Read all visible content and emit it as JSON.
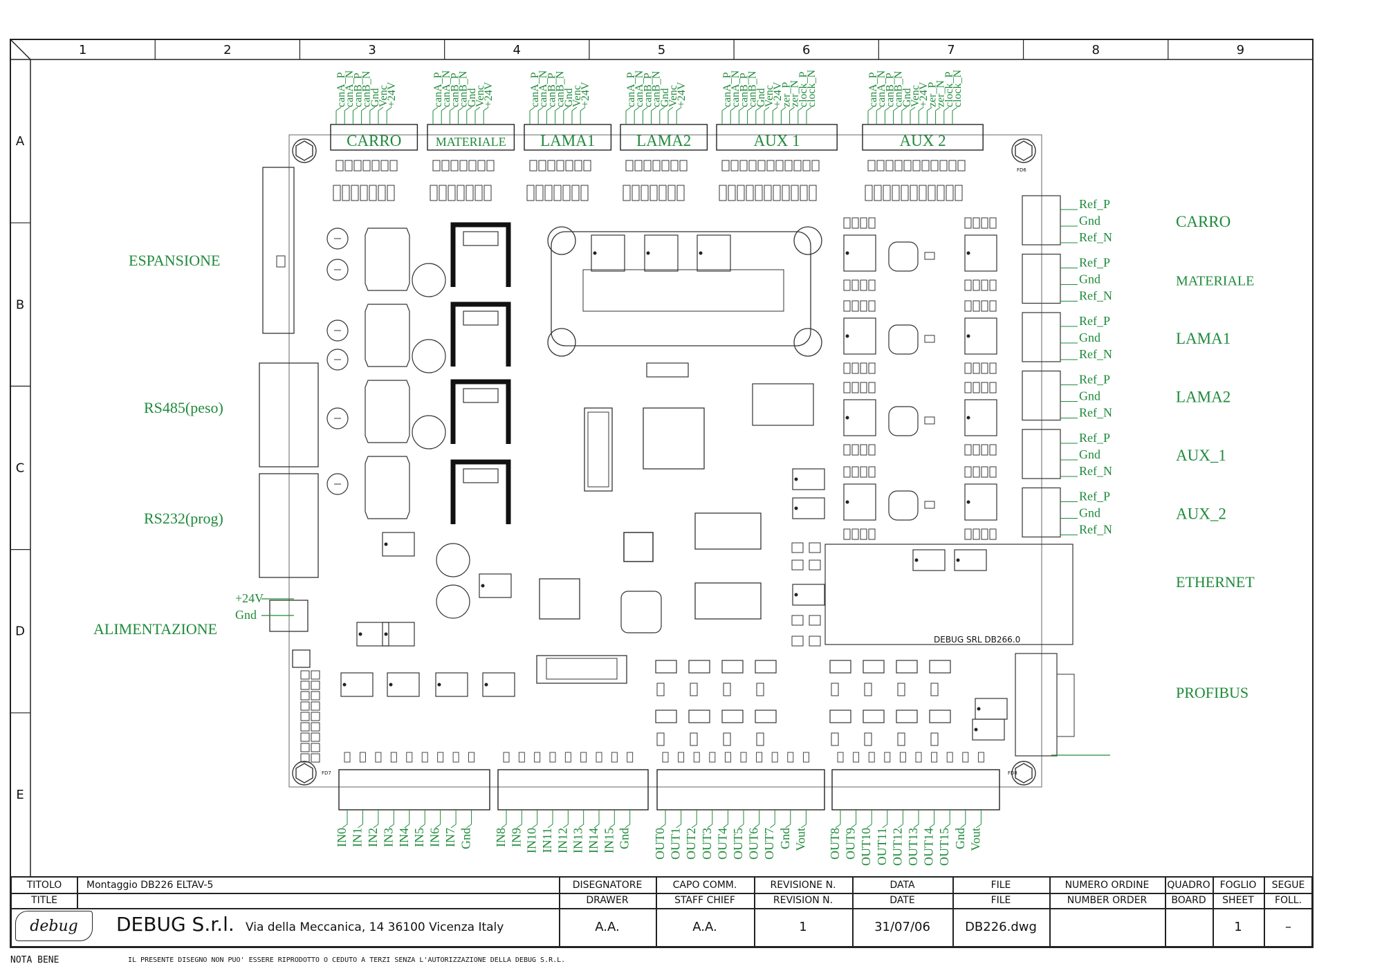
{
  "grid": {
    "columns": [
      "1",
      "2",
      "3",
      "4",
      "5",
      "6",
      "7",
      "8",
      "9"
    ],
    "rows": [
      "A",
      "B",
      "C",
      "D",
      "E"
    ]
  },
  "connectors_top": [
    {
      "name": "CARRO",
      "pins": [
        "canA_P",
        "canA_N",
        "canB_P",
        "canB_N",
        "Gnd",
        "Venc",
        "+24V"
      ]
    },
    {
      "name": "MATERIALE",
      "pins": [
        "canA_P",
        "canA_N",
        "canB_P",
        "canB_N",
        "Gnd",
        "Venc",
        "+24V"
      ]
    },
    {
      "name": "LAMA1",
      "pins": [
        "canA_P",
        "canA_N",
        "canB_P",
        "canB_N",
        "Gnd",
        "Venc",
        "+24V"
      ]
    },
    {
      "name": "LAMA2",
      "pins": [
        "canA_P",
        "canA_N",
        "canB_P",
        "canB_N",
        "Gnd",
        "Venc",
        "+24V"
      ]
    },
    {
      "name": "AUX 1",
      "pins": [
        "canA_P",
        "canA_N",
        "canB_P",
        "canB_N",
        "Gnd",
        "Venc",
        "+24V",
        "zer_P",
        "zer_N",
        "clock_P",
        "clock_N"
      ]
    },
    {
      "name": "AUX 2",
      "pins": [
        "canA_P",
        "canA_N",
        "canB_P",
        "canB_N",
        "Gnd",
        "Venc",
        "+24V",
        "zer_P",
        "zer_N",
        "clock_P",
        "clock_N"
      ]
    }
  ],
  "right_connectors": [
    {
      "name": "CARRO",
      "pins": [
        "Ref_P",
        "Gnd",
        "Ref_N"
      ]
    },
    {
      "name": "MATERIALE",
      "pins": [
        "Ref_P",
        "Gnd",
        "Ref_N"
      ]
    },
    {
      "name": "LAMA1",
      "pins": [
        "Ref_P",
        "Gnd",
        "Ref_N"
      ]
    },
    {
      "name": "LAMA2",
      "pins": [
        "Ref_P",
        "Gnd",
        "Ref_N"
      ]
    },
    {
      "name": "AUX_1",
      "pins": [
        "Ref_P",
        "Gnd",
        "Ref_N"
      ]
    },
    {
      "name": "AUX_2",
      "pins": [
        "Ref_P",
        "Gnd",
        "Ref_N"
      ]
    }
  ],
  "right_labels": {
    "ethernet": "ETHERNET",
    "profibus": "PROFIBUS"
  },
  "left_labels": {
    "espansione": "ESPANSIONE",
    "rs485": "RS485(peso)",
    "rs232": "RS232(prog)",
    "alimentazione": "ALIMENTAZIONE",
    "pwr_24v": "+24V",
    "pwr_gnd": "Gnd"
  },
  "bottom_connectors": [
    {
      "pins": [
        "IN0",
        "IN1",
        "IN2",
        "IN3",
        "IN4",
        "IN5",
        "IN6",
        "IN7",
        "Gnd"
      ]
    },
    {
      "pins": [
        "IN8",
        "IN9",
        "IN10",
        "IN11",
        "IN12",
        "IN13",
        "IN14",
        "IN15",
        "Gnd"
      ]
    },
    {
      "pins": [
        "OUT0",
        "OUT1",
        "OUT2",
        "OUT3",
        "OUT4",
        "OUT5",
        "OUT6",
        "OUT7",
        "Gnd",
        "Vout"
      ]
    },
    {
      "pins": [
        "OUT8",
        "OUT9",
        "OUT10",
        "OUT11",
        "OUT12",
        "OUT13",
        "OUT14",
        "OUT15",
        "Gnd",
        "Vout"
      ]
    }
  ],
  "board": {
    "silkscreen": "DEBUG SRL DB266.0",
    "fd_labels": [
      "FD6",
      "FD7",
      "FD8"
    ]
  },
  "title_block": {
    "titolo_label": "TITOLO",
    "title_label": "TITLE",
    "title_value": "Montaggio DB226 ELTAV-5",
    "company": "DEBUG S.r.l.",
    "address": "Via della Meccanica, 14 36100 Vicenza Italy",
    "logo_text": "debug",
    "fields": [
      {
        "it": "DISEGNATORE",
        "en": "DRAWER",
        "value": "A.A."
      },
      {
        "it": "CAPO COMM.",
        "en": "STAFF CHIEF",
        "value": "A.A."
      },
      {
        "it": "REVISIONE N.",
        "en": "REVISION N.",
        "value": "1"
      },
      {
        "it": "DATA",
        "en": "DATE",
        "value": "31/07/06"
      },
      {
        "it": "FILE",
        "en": "FILE",
        "value": "DB226.dwg"
      },
      {
        "it": "NUMERO ORDINE",
        "en": "NUMBER ORDER",
        "value": ""
      },
      {
        "it": "QUADRO",
        "en": "BOARD",
        "value": ""
      },
      {
        "it": "FOGLIO",
        "en": "SHEET",
        "value": "1"
      },
      {
        "it": "SEGUE",
        "en": "FOLL.",
        "value": "–"
      }
    ]
  },
  "nota_bene": {
    "label": "NOTA BENE",
    "text": "IL PRESENTE DISEGNO NON PUO' ESSERE RIPRODOTTO O CEDUTO A TERZI SENZA L'AUTORIZZAZIONE DELLA DEBUG S.R.L."
  },
  "colors": {
    "annotation": "#1e8a3a",
    "line": "#222222",
    "component": "#333333"
  }
}
